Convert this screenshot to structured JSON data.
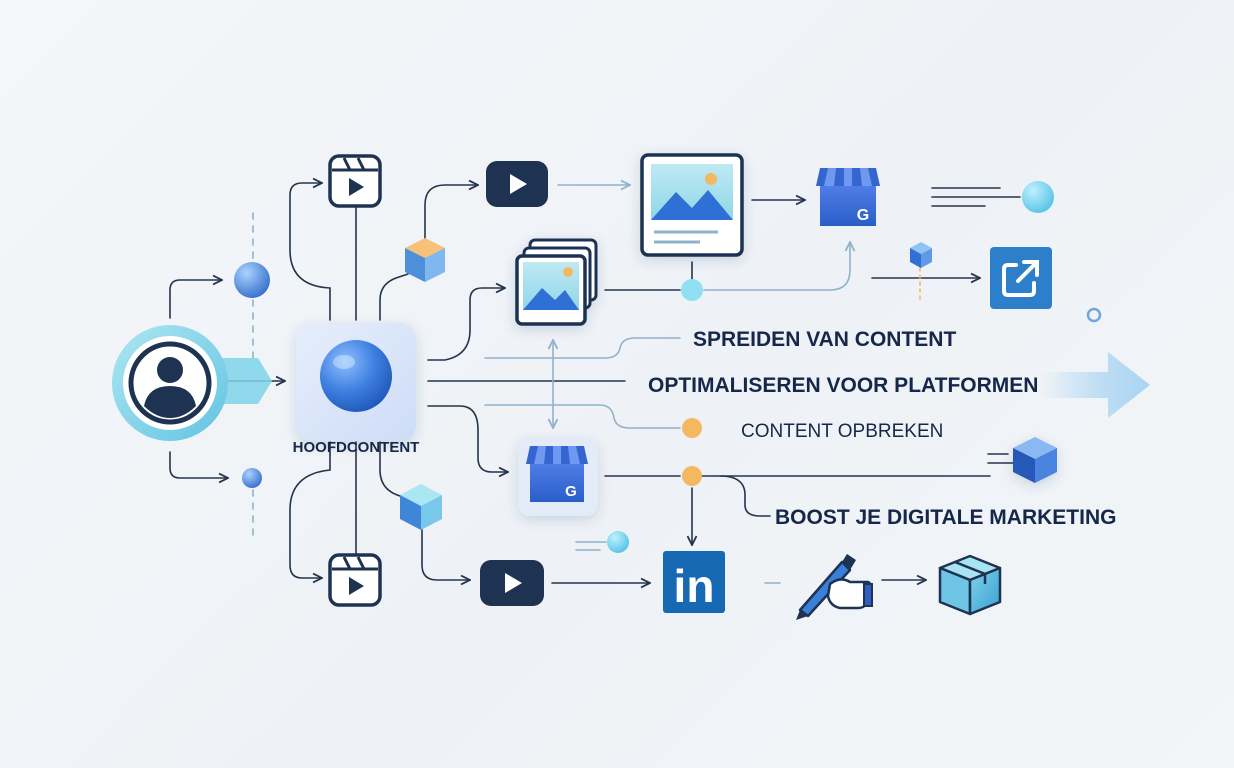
{
  "labels": {
    "hoofdcontent": "HOOFDCONTENT",
    "spreiden": "SPREIDEN VAN CONTENT",
    "optimaliseren": "OPTIMALISEREN VOOR PLATFORMEN",
    "opbreken": "CONTENT OPBREKEN",
    "boost": "BOOST JE DIGITALE MARKETING"
  },
  "badges": {
    "google_letter": "G",
    "linkedin_letters": "in"
  },
  "icons": {
    "user": "user-avatar-icon",
    "hub": "sphere-icon",
    "reel": "video-reel-icon",
    "video": "play-button-icon",
    "image": "image-icon",
    "store": "google-business-store-icon",
    "external": "external-link-icon",
    "linkedin": "linkedin-icon",
    "pen": "hand-pen-icon",
    "package": "package-box-icon",
    "cube": "cube-icon"
  },
  "colors": {
    "navy": "#1e3352",
    "line_dark": "#25344d",
    "line_light": "#8fb2cc",
    "blue": "#2f6fd6",
    "cyan": "#6fd0ea",
    "orange": "#f4b860",
    "linkedin": "#1769b3",
    "arrow_fade": "#a9d4f2"
  }
}
